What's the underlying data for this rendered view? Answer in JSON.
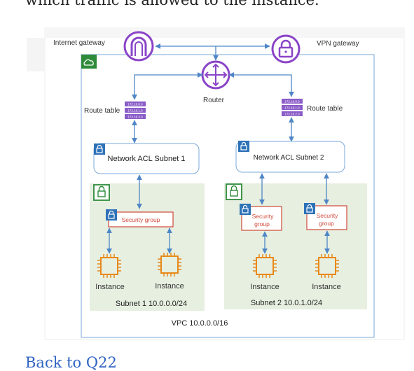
{
  "page": {
    "top_text": "which traffic is allowed to the instance.",
    "back_link": "Back to Q22"
  },
  "diagram": {
    "internet_gateway": "Internet gateway",
    "vpn_gateway": "VPN gateway",
    "router": "Router",
    "route_table_left": "Route table",
    "route_table_right": "Route table",
    "route_rows": [
      "172.16.0.0",
      "172.16.1.0",
      "172.16.2.0"
    ],
    "nacl_left": "Network ACL Subnet 1",
    "nacl_right": "Network  ACL  Subnet  2",
    "sg_left": "Security group",
    "sg_right_a_line1": "Security",
    "sg_right_a_line2": "group",
    "sg_right_b_line1": "Security",
    "sg_right_b_line2": "group",
    "instance_1": "Instance",
    "instance_2": "Instance",
    "instance_3": "Instance",
    "instance_4": "Instance",
    "subnet_left": "Subnet 1 10.0.0.0/24",
    "subnet_right": "Subnet 2 10.0.1.0/24",
    "vpc": "VPC 10.0.0.0/16",
    "colors": {
      "gateway": "#8a44c8",
      "arrow": "#4f86c6",
      "subnet_fill": "#e6efe0",
      "sg_border": "#d0483a",
      "instance": "#e8891a",
      "lock": "#2e72b8",
      "link": "#2f63c2"
    }
  }
}
